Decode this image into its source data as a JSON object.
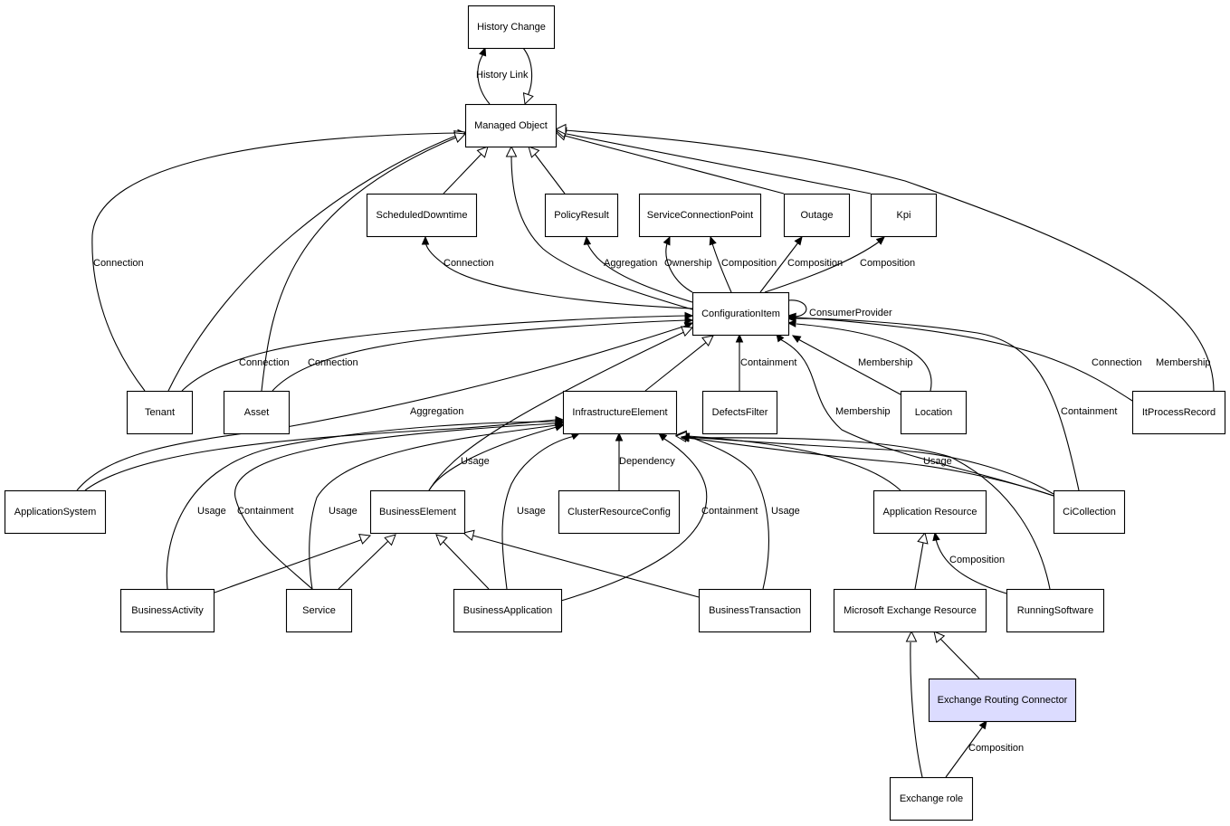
{
  "colors": {
    "node_fill": "#ffffff",
    "highlight_fill": "#dcdcff",
    "stroke": "#000000"
  },
  "nodes": [
    {
      "id": "history",
      "label": "History Change"
    },
    {
      "id": "managed",
      "label": "Managed Object"
    },
    {
      "id": "sched",
      "label": "ScheduledDowntime"
    },
    {
      "id": "policy",
      "label": "PolicyResult"
    },
    {
      "id": "scp",
      "label": "ServiceConnectionPoint"
    },
    {
      "id": "outage",
      "label": "Outage"
    },
    {
      "id": "kpi",
      "label": "Kpi"
    },
    {
      "id": "ci",
      "label": "ConfigurationItem"
    },
    {
      "id": "tenant",
      "label": "Tenant"
    },
    {
      "id": "asset",
      "label": "Asset"
    },
    {
      "id": "infra",
      "label": "InfrastructureElement"
    },
    {
      "id": "defects",
      "label": "DefectsFilter"
    },
    {
      "id": "location",
      "label": "Location"
    },
    {
      "id": "itproc",
      "label": "ItProcessRecord"
    },
    {
      "id": "appsys",
      "label": "ApplicationSystem"
    },
    {
      "id": "buselem",
      "label": "BusinessElement"
    },
    {
      "id": "cluster",
      "label": "ClusterResourceConfig"
    },
    {
      "id": "appres",
      "label": "Application Resource"
    },
    {
      "id": "cicoll",
      "label": "CiCollection"
    },
    {
      "id": "busact",
      "label": "BusinessActivity"
    },
    {
      "id": "service",
      "label": "Service"
    },
    {
      "id": "busapp",
      "label": "BusinessApplication"
    },
    {
      "id": "bustx",
      "label": "BusinessTransaction"
    },
    {
      "id": "msexres",
      "label": "Microsoft Exchange Resource"
    },
    {
      "id": "running",
      "label": "RunningSoftware"
    },
    {
      "id": "exrouting",
      "label": "Exchange Routing Connector",
      "highlighted": true
    },
    {
      "id": "exrole",
      "label": "Exchange role"
    }
  ],
  "edges": [
    {
      "from": "managed",
      "to": "history",
      "arrow": "filled",
      "label": "History Link"
    },
    {
      "from": "history",
      "to": "managed",
      "arrow": "hollow",
      "label": ""
    },
    {
      "from": "sched",
      "to": "managed",
      "arrow": "hollow",
      "label": ""
    },
    {
      "from": "policy",
      "to": "managed",
      "arrow": "hollow",
      "label": ""
    },
    {
      "from": "ci",
      "to": "managed",
      "arrow": "hollow",
      "label": ""
    },
    {
      "from": "outage",
      "to": "managed",
      "arrow": "hollow",
      "label": ""
    },
    {
      "from": "kpi",
      "to": "managed",
      "arrow": "hollow",
      "label": ""
    },
    {
      "from": "itproc",
      "to": "managed",
      "arrow": "hollow",
      "label": "Membership"
    },
    {
      "from": "tenant",
      "to": "managed",
      "arrow": "filled",
      "label": "Connection"
    },
    {
      "from": "tenant",
      "to": "managed",
      "arrow": "hollow",
      "label": ""
    },
    {
      "from": "asset",
      "to": "managed",
      "arrow": "hollow",
      "label": ""
    },
    {
      "from": "ci",
      "to": "sched",
      "arrow": "filled",
      "label": "Connection"
    },
    {
      "from": "ci",
      "to": "policy",
      "arrow": "filled",
      "label": "Aggregation"
    },
    {
      "from": "ci",
      "to": "scp",
      "arrow": "filled",
      "label": "Ownership"
    },
    {
      "from": "ci",
      "to": "scp",
      "arrow": "filled",
      "label": "Composition"
    },
    {
      "from": "ci",
      "to": "outage",
      "arrow": "filled",
      "label": "Composition"
    },
    {
      "from": "ci",
      "to": "kpi",
      "arrow": "filled",
      "label": "Composition"
    },
    {
      "from": "ci",
      "to": "ci",
      "arrow": "filled",
      "label": "ConsumerProvider"
    },
    {
      "from": "tenant",
      "to": "ci",
      "arrow": "filled",
      "label": "Connection"
    },
    {
      "from": "asset",
      "to": "ci",
      "arrow": "filled",
      "label": "Connection"
    },
    {
      "from": "appsys",
      "to": "ci",
      "arrow": "filled",
      "label": "Aggregation"
    },
    {
      "from": "infra",
      "to": "ci",
      "arrow": "hollow",
      "label": ""
    },
    {
      "from": "defects",
      "to": "ci",
      "arrow": "filled",
      "label": "Containment"
    },
    {
      "from": "location",
      "to": "ci",
      "arrow": "filled",
      "label": "Membership"
    },
    {
      "from": "location",
      "to": "ci",
      "arrow": "filled",
      "label": ""
    },
    {
      "from": "itproc",
      "to": "ci",
      "arrow": "filled",
      "label": "Connection"
    },
    {
      "from": "cicoll",
      "to": "ci",
      "arrow": "filled",
      "label": "Membership"
    },
    {
      "from": "cicoll",
      "to": "ci",
      "arrow": "filled",
      "label": "Containment"
    },
    {
      "from": "buselem",
      "to": "ci",
      "arrow": "hollow",
      "label": ""
    },
    {
      "from": "appsys",
      "to": "infra",
      "arrow": "filled",
      "label": ""
    },
    {
      "from": "busact",
      "to": "infra",
      "arrow": "filled",
      "label": "Usage"
    },
    {
      "from": "service",
      "to": "infra",
      "arrow": "filled",
      "label": "Containment"
    },
    {
      "from": "service",
      "to": "infra",
      "arrow": "filled",
      "label": "Usage"
    },
    {
      "from": "buselem",
      "to": "infra",
      "arrow": "filled",
      "label": "Usage"
    },
    {
      "from": "busapp",
      "to": "infra",
      "arrow": "filled",
      "label": "Usage"
    },
    {
      "from": "cluster",
      "to": "infra",
      "arrow": "filled",
      "label": "Dependency"
    },
    {
      "from": "busapp",
      "to": "infra",
      "arrow": "filled",
      "label": "Containment"
    },
    {
      "from": "bustx",
      "to": "infra",
      "arrow": "filled",
      "label": "Usage"
    },
    {
      "from": "appres",
      "to": "infra",
      "arrow": "hollow",
      "label": ""
    },
    {
      "from": "cicoll",
      "to": "infra",
      "arrow": "hollow",
      "label": ""
    },
    {
      "from": "cicoll",
      "to": "infra",
      "arrow": "filled",
      "label": "Usage"
    },
    {
      "from": "running",
      "to": "infra",
      "arrow": "filled",
      "label": ""
    },
    {
      "from": "busact",
      "to": "buselem",
      "arrow": "hollow",
      "label": ""
    },
    {
      "from": "service",
      "to": "buselem",
      "arrow": "hollow",
      "label": ""
    },
    {
      "from": "busapp",
      "to": "buselem",
      "arrow": "hollow",
      "label": ""
    },
    {
      "from": "bustx",
      "to": "buselem",
      "arrow": "hollow",
      "label": ""
    },
    {
      "from": "msexres",
      "to": "appres",
      "arrow": "hollow",
      "label": ""
    },
    {
      "from": "running",
      "to": "appres",
      "arrow": "filled",
      "label": "Composition"
    },
    {
      "from": "exrouting",
      "to": "msexres",
      "arrow": "hollow",
      "label": ""
    },
    {
      "from": "exrole",
      "to": "msexres",
      "arrow": "hollow",
      "label": ""
    },
    {
      "from": "exrole",
      "to": "exrouting",
      "arrow": "filled",
      "label": "Composition"
    }
  ]
}
